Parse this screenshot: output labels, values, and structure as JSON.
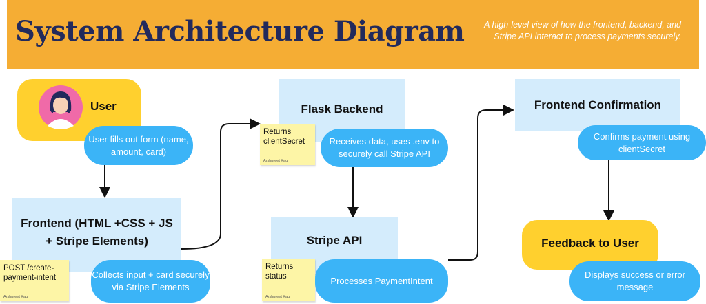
{
  "header": {
    "title": "System Architecture Diagram",
    "subtitle": "A high-level view of how the frontend, backend, and Stripe API interact to process payments securely."
  },
  "nodes": {
    "user": {
      "label": "User",
      "note": "User fills out form (name, amount, card)"
    },
    "frontend": {
      "label": "Frontend (HTML +CSS + JS + Stripe Elements)",
      "note": "Collects input + card securely via Stripe Elements",
      "sticky": "POST /create-payment-intent"
    },
    "flask": {
      "label": "Flask Backend",
      "note": "Receives data, uses .env to securely call Stripe API",
      "sticky": "Returns clientSecret"
    },
    "stripe": {
      "label": "Stripe API",
      "note": "Processes PaymentIntent",
      "sticky": "Returns status"
    },
    "confirm": {
      "label": "Frontend Confirmation",
      "note": "Confirms payment using clientSecret"
    },
    "feedback": {
      "label": "Feedback to User",
      "note": "Displays success or error message"
    }
  },
  "sticky_author": "Arshpreet Kaur",
  "colors": {
    "header": "#f5ad34",
    "title": "#222a5c",
    "node_light": "#d4ecfc",
    "node_yellow": "#ffd02e",
    "bubble": "#3bb4f7",
    "sticky": "#fdf5a6"
  }
}
